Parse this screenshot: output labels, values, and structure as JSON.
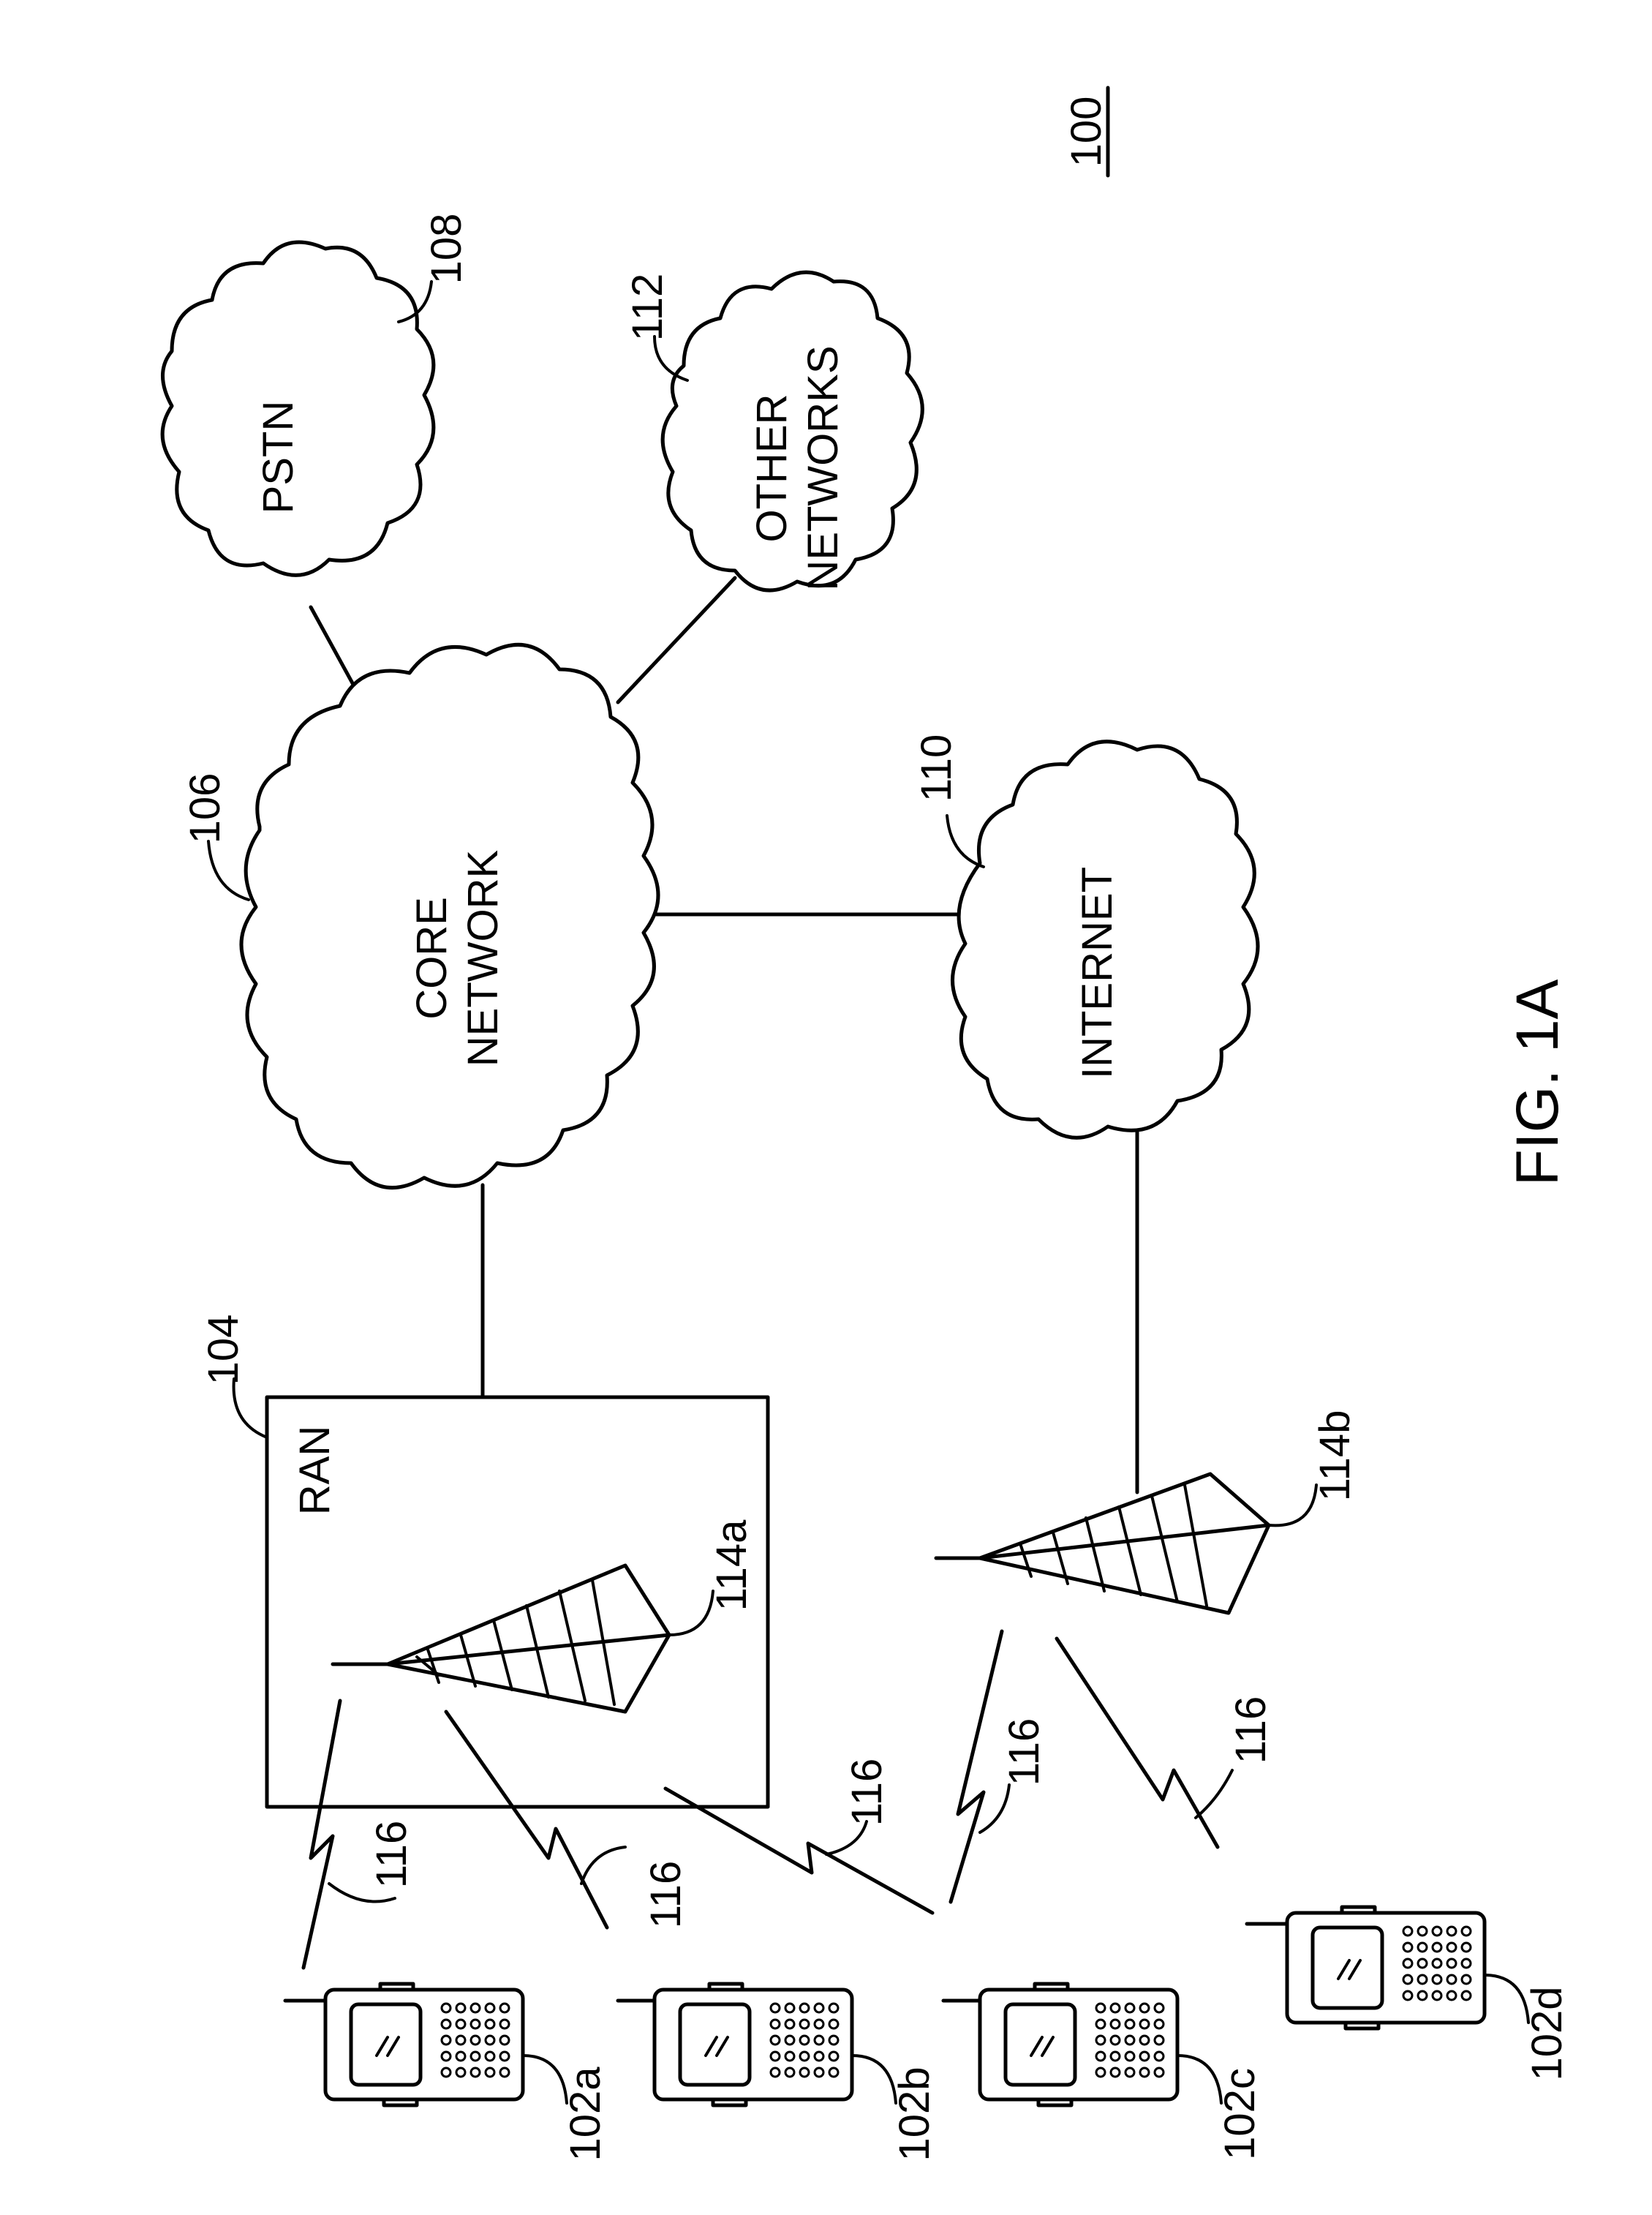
{
  "figure": {
    "id": "100",
    "caption": "FIG. 1A"
  },
  "nodes": {
    "pstn": {
      "ref": "108",
      "label_lines": [
        "PSTN"
      ]
    },
    "other_networks": {
      "ref": "112",
      "label_lines": [
        "OTHER",
        "NETWORKS"
      ]
    },
    "core_network": {
      "ref": "106",
      "label_lines": [
        "CORE",
        "NETWORK"
      ]
    },
    "internet": {
      "ref": "110",
      "label_lines": [
        "INTERNET"
      ]
    },
    "ran": {
      "ref": "104",
      "label": "RAN"
    },
    "base_station_a": {
      "ref": "114a"
    },
    "base_station_b": {
      "ref": "114b"
    }
  },
  "air_interface": {
    "ref": "116"
  },
  "wtrus": [
    {
      "ref": "102a"
    },
    {
      "ref": "102b"
    },
    {
      "ref": "102c"
    },
    {
      "ref": "102d"
    }
  ],
  "icons": [
    "cloud-icon",
    "antenna-tower-icon",
    "mobile-phone-icon",
    "lightning-bolt-icon"
  ]
}
